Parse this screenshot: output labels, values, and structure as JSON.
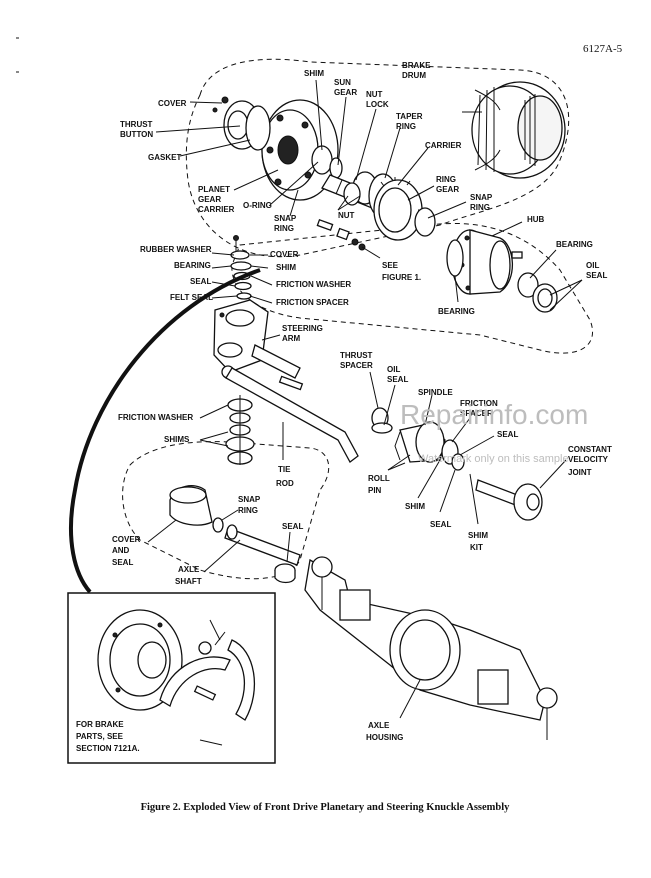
{
  "page_number": "6127A-5",
  "caption": "Figure 2. Exploded View of Front Drive Planetary and Steering Knuckle Assembly",
  "watermark": {
    "main": "Repairinfo.com",
    "sub": "Watermark only on this sample"
  },
  "labels": {
    "cover_top": "COVER",
    "thrust_button_1": "THRUST",
    "thrust_button_2": "BUTTON",
    "gasket": "GASKET",
    "shim_top": "SHIM",
    "sun_gear_1": "SUN",
    "sun_gear_2": "GEAR",
    "nut_lock_1": "NUT",
    "nut_lock_2": "LOCK",
    "brake_drum_1": "BRAKE",
    "brake_drum_2": "DRUM",
    "taper_ring_1": "TAPER",
    "taper_ring_2": "RING",
    "carrier": "CARRIER",
    "planet_1": "PLANET",
    "planet_2": "GEAR",
    "planet_3": "CARRIER",
    "o_ring": "O-RING",
    "nut": "NUT",
    "snap_ring_top_1": "SNAP",
    "snap_ring_top_2": "RING",
    "ring_gear_1": "RING",
    "ring_gear_2": "GEAR",
    "snap_ring_right_1": "SNAP",
    "snap_ring_right_2": "RING",
    "hub": "HUB",
    "bearing_right": "BEARING",
    "oil_seal_right_1": "OIL",
    "oil_seal_right_2": "SEAL",
    "see_figure_1": "SEE",
    "see_figure_2": "FIGURE 1.",
    "bearing_mid": "BEARING",
    "rubber_washer": "RUBBER WASHER",
    "cover_mid": "COVER",
    "shim_mid": "SHIM",
    "bearing_left": "BEARING",
    "friction_washer_top": "FRICTION WASHER",
    "seal_left": "SEAL",
    "felt_seal": "FELT SEAL",
    "friction_spacer_top": "FRICTION SPACER",
    "steering_arm_1": "STEERING",
    "steering_arm_2": "ARM",
    "thrust_spacer_1": "THRUST",
    "thrust_spacer_2": "SPACER",
    "oil_seal_mid_1": "OIL",
    "oil_seal_mid_2": "SEAL",
    "spindle": "SPINDLE",
    "friction_spacer_mid_1": "FRICTION",
    "friction_spacer_mid_2": "SPACER",
    "friction_washer_left": "FRICTION WASHER",
    "shims_left": "SHIMS",
    "seal_mid": "SEAL",
    "cv_joint_1": "CONSTANT",
    "cv_joint_2": "VELOCITY",
    "cv_joint_3": "JOINT",
    "tie_rod_1": "TIE",
    "tie_rod_2": "ROD",
    "roll_pin_1": "ROLL",
    "roll_pin_2": "PIN",
    "shim_low": "SHIM",
    "seal_low": "SEAL",
    "shim_kit_1": "SHIM",
    "shim_kit_2": "KIT",
    "snap_ring_low_1": "SNAP",
    "snap_ring_low_2": "RING",
    "cover_and_seal_1": "COVER",
    "cover_and_seal_2": "AND",
    "cover_and_seal_3": "SEAL",
    "seal_axle": "SEAL",
    "axle_shaft_1": "AXLE",
    "axle_shaft_2": "SHAFT",
    "axle_housing_1": "AXLE",
    "axle_housing_2": "HOUSING",
    "brake_note_1": "FOR BRAKE",
    "brake_note_2": "PARTS, SEE",
    "brake_note_3": "SECTION 7121A."
  }
}
